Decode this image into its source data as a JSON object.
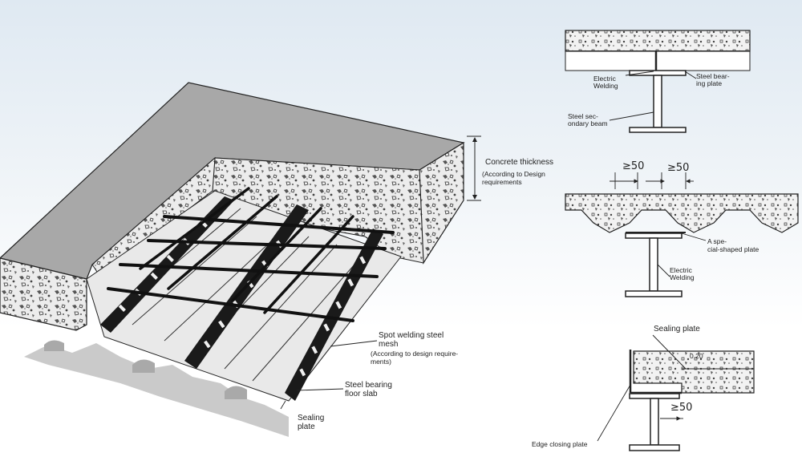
{
  "main_diagram": {
    "concrete_thickness": "Concrete thickness",
    "concrete_thickness_note_1": "(According to Design",
    "concrete_thickness_note_2": "requirements",
    "spot_welding_1": "Spot welding steel",
    "spot_welding_2": "mesh",
    "spot_welding_note_1": "(According to design require-",
    "spot_welding_note_2": "ments)",
    "steel_bearing_1": "Steel bearing",
    "steel_bearing_2": "floor slab",
    "sealing_plate_1": "Sealing",
    "sealing_plate_2": "plate"
  },
  "detail_top": {
    "electric_welding_1": "Electric",
    "electric_welding_2": "Welding",
    "steel_bearing_plate_1": "Steel bear-",
    "steel_bearing_plate_2": "ing plate",
    "secondary_beam_1": "Steel sec-",
    "secondary_beam_2": "ondary beam"
  },
  "detail_middle": {
    "dim_left": "≥50",
    "dim_right": "≥50",
    "special_plate_1": "A spe-",
    "special_plate_2": "cial-shaped plate",
    "electric_welding_1": "Electric",
    "electric_welding_2": "Welding"
  },
  "detail_bottom": {
    "sealing_plate": "Sealing plate",
    "thickness": "0.20",
    "dim": "≥50",
    "edge_closing_plate": "Edge closing plate"
  }
}
